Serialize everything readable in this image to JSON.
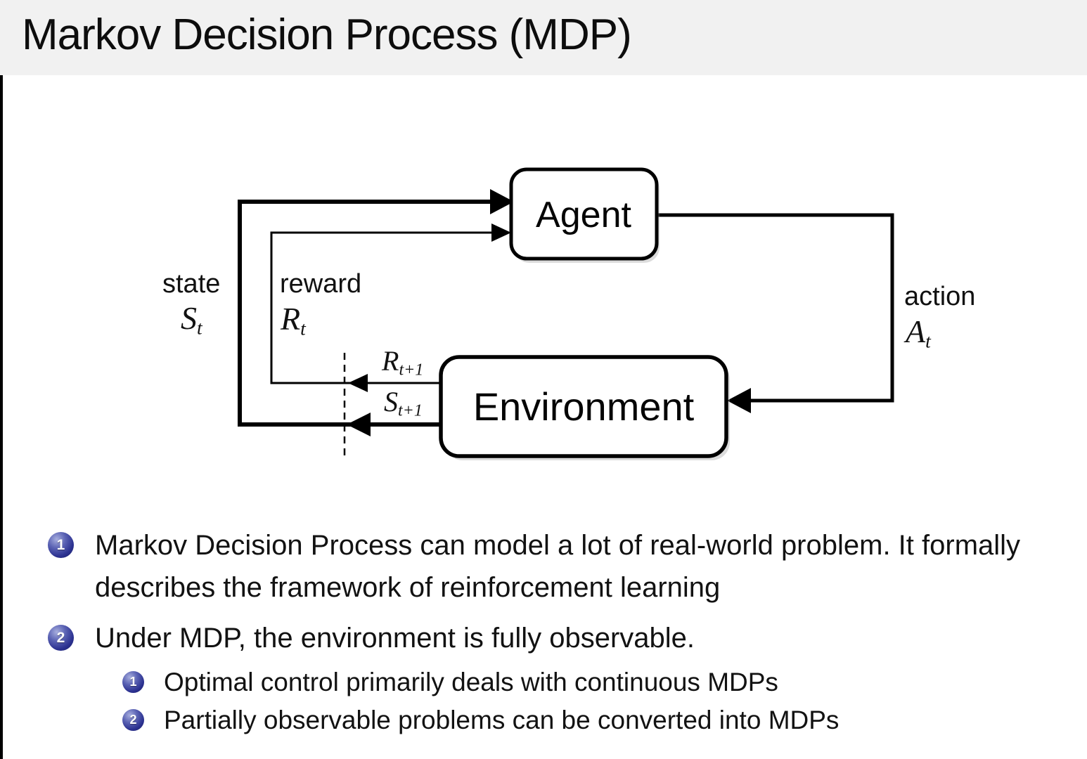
{
  "slide_title": "Markov Decision Process (MDP)",
  "diagram": {
    "agent_label": "Agent",
    "environment_label": "Environment",
    "state_word": "state",
    "reward_word": "reward",
    "action_word": "action",
    "sym_state": "S",
    "sub_state": "t",
    "sym_reward": "R",
    "sub_reward": "t",
    "sym_action": "A",
    "sub_action": "t",
    "sym_reward_next": "R",
    "sub_reward_next": "t+1",
    "sym_state_next": "S",
    "sub_state_next": "t+1"
  },
  "bullets": [
    {
      "num": "1",
      "text": "Markov Decision Process can model a lot of real-world problem. It formally describes the framework of reinforcement learning",
      "sub": []
    },
    {
      "num": "2",
      "text": "Under MDP, the environment is fully observable.",
      "sub": [
        {
          "num": "1",
          "text": "Optimal control primarily deals with continuous MDPs"
        },
        {
          "num": "2",
          "text": "Partially observable problems can be converted into MDPs"
        }
      ]
    }
  ],
  "colors": {
    "title_bar_bg": "#f1f1f1",
    "badge_blue": "#2b3190",
    "line_black": "#000000"
  }
}
